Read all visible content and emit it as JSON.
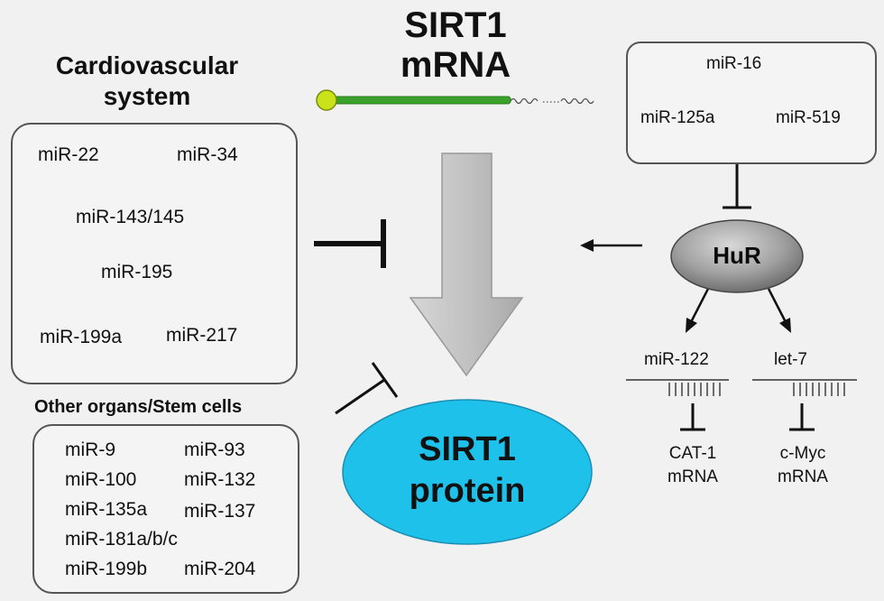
{
  "title": {
    "line1": "SIRT1",
    "line2": "mRNA"
  },
  "cardio": {
    "heading_line1": "Cardiovascular",
    "heading_line2": "system",
    "mirnas": [
      "miR-22",
      "miR-34",
      "miR-143/145",
      "miR-195",
      "miR-199a",
      "miR-217"
    ]
  },
  "other": {
    "heading": "Other organs/Stem cells",
    "mirnas": [
      "miR-9",
      "miR-93",
      "miR-100",
      "miR-132",
      "miR-135a",
      "miR-137",
      "miR-181a/b/c",
      "miR-199b",
      "miR-204"
    ]
  },
  "hur_box": {
    "mirnas": [
      "miR-16",
      "miR-125a",
      "miR-519"
    ]
  },
  "hur": {
    "label": "HuR"
  },
  "hur_targets": {
    "left": {
      "mirna": "miR-122",
      "target_line1": "CAT-1",
      "target_line2": "mRNA"
    },
    "right": {
      "mirna": "let-7",
      "target_line1": "c-Myc",
      "target_line2": "mRNA"
    }
  },
  "protein": {
    "line1": "SIRT1",
    "line2": "protein"
  },
  "colors": {
    "protein_fill": "#1ec1ea",
    "mrna_green": "#3aa12a",
    "cap_yellow": "#c9e21a",
    "hur_fill": "#9a9a9a",
    "arrow_gray": "#c8c8c8"
  }
}
